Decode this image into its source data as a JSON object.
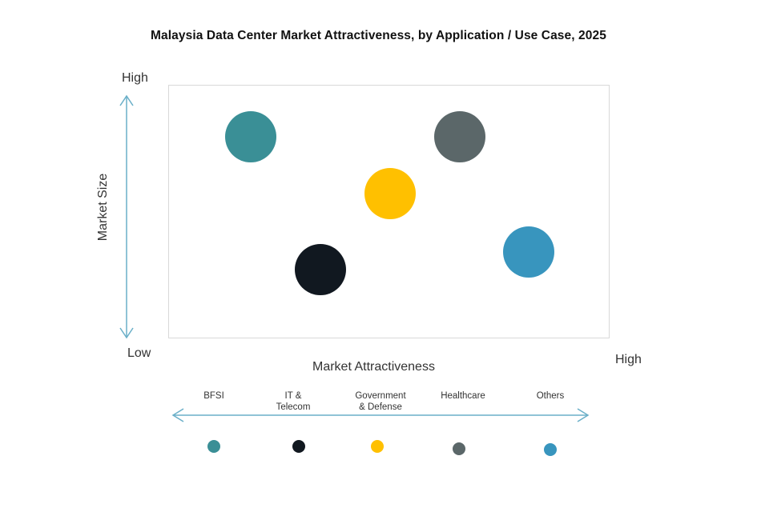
{
  "chart_data": {
    "type": "scatter",
    "title": "Malaysia Data Center Market Attractiveness,  by Application / Use Case, 2025",
    "xlabel": "Market Attractiveness",
    "ylabel": "Market Size",
    "x_axis": {
      "low": "",
      "high": "High"
    },
    "y_axis": {
      "low": "Low",
      "high": "High"
    },
    "grid": false,
    "legend_position": "bottom",
    "xlim": [
      0,
      100
    ],
    "ylim": [
      0,
      100
    ],
    "series": [
      {
        "name": "BFSI",
        "x": 18.5,
        "y": 80,
        "color": "#3A8F96"
      },
      {
        "name": "IT & Telecom",
        "x": 34,
        "y": 27,
        "color": "#111820"
      },
      {
        "name": "Government & Defense",
        "x": 50,
        "y": 58,
        "color": "#FFC000"
      },
      {
        "name": "Healthcare",
        "x": 65.5,
        "y": 80,
        "color": "#5B6769"
      },
      {
        "name": "Others",
        "x": 81,
        "y": 34,
        "color": "#3895BE"
      }
    ]
  },
  "title": "Malaysia Data Center Market Attractiveness,  by Application / Use Case, 2025",
  "y_axis": {
    "label": "Market Size",
    "high": "High",
    "low": "Low"
  },
  "x_axis": {
    "label": "Market Attractiveness",
    "high": "High"
  },
  "arrow_color": "#6AAFC8",
  "legend": {
    "items": [
      {
        "label_line1": "BFSI",
        "label_line2": "",
        "color": "#3A8F96"
      },
      {
        "label_line1": "IT &",
        "label_line2": "Telecom",
        "color": "#111820"
      },
      {
        "label_line1": "Government",
        "label_line2": "& Defense",
        "color": "#FFC000"
      },
      {
        "label_line1": "Healthcare",
        "label_line2": "",
        "color": "#5B6769"
      },
      {
        "label_line1": "Others",
        "label_line2": "",
        "color": "#3895BE"
      }
    ]
  }
}
